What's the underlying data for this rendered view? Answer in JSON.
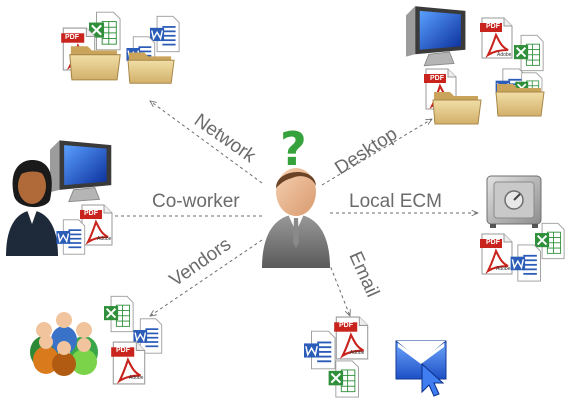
{
  "labels": {
    "network": "Network",
    "desktop": "Desktop",
    "coworker": "Co-worker",
    "local_ecm": "Local ECM",
    "vendors": "Vendors",
    "email": "Email",
    "question": "?"
  },
  "doc_text": {
    "pdf": "PDF",
    "adobe": "Adobe"
  },
  "icons": {
    "pdf": "pdf-document-icon",
    "word": "word-document-icon",
    "excel": "excel-document-icon",
    "folder": "folder-icon",
    "monitor": "computer-monitor-icon",
    "safe": "safe-icon",
    "email": "email-envelope-icon",
    "person": "person-icon",
    "group": "people-group-icon"
  },
  "colors": {
    "label_text": "#6b6b6b",
    "arrow": "#6d6d6d",
    "question_mark": "#35a23b",
    "pdf_red": "#c8231c",
    "word_blue": "#2b5cb8",
    "excel_green": "#2f8f3a",
    "folder_tan": "#e3c98a"
  }
}
